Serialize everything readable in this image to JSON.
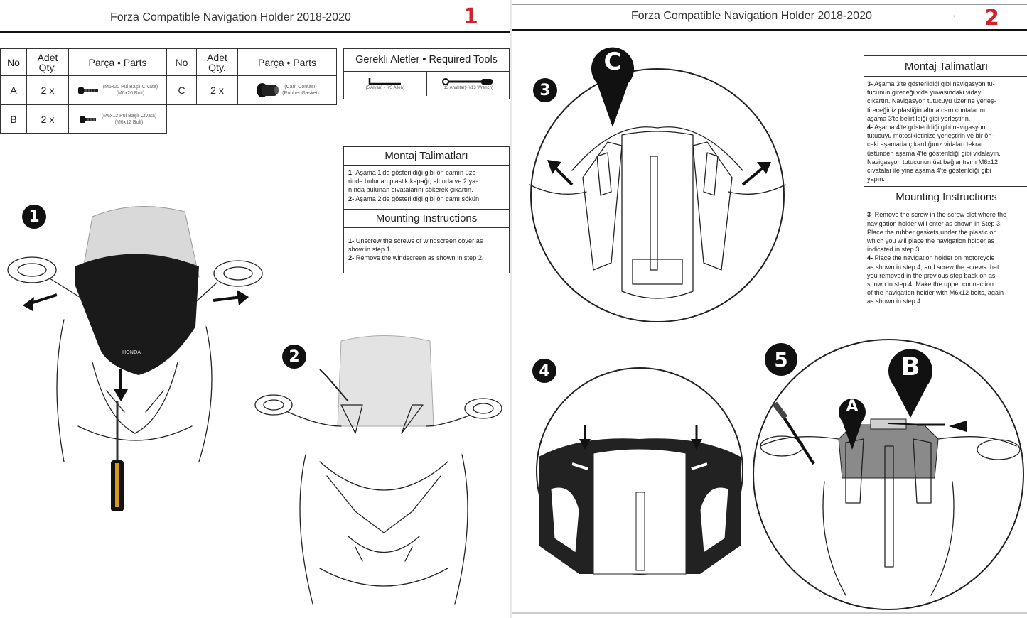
{
  "page1": {
    "title": "Forza  Compatible Navigation Holder 2018-2020",
    "number": "1",
    "parts_table": {
      "headers": {
        "no": "No",
        "qty_tr": "Adet",
        "qty_en": "Qty.",
        "parts": "Parça  •  Parts"
      },
      "rows": [
        {
          "no": "A",
          "qty": "2 x",
          "tr": "(M5x20 Pul Başlı Cıvata)",
          "en": "(M6x20 Bolt)"
        },
        {
          "no": "B",
          "qty": "2 x",
          "tr": "(M6x12 Pul Başlı Cıvata)",
          "en": "(M6x12 Bolt)"
        },
        {
          "no": "C",
          "qty": "2 x",
          "tr": "(Cam Contası)",
          "en": "(Rubber Gasket)"
        }
      ]
    },
    "tools": {
      "title": "Gerekli Aletler • Required Tools",
      "items": [
        "(5 Alyan)  •  (#5 Allen)",
        "(13 Anahtar)•(#13 Wrench)"
      ]
    },
    "instructions": {
      "tr_title": "Montaj Talimatları",
      "tr_lines": [
        {
          "num": "1-",
          "text": " Aşama 1'de gösterildiği gibi ön camın üze-"
        },
        {
          "num": "",
          "text": "rinde bulunan plastik kapağı, altında ve 2 ya-"
        },
        {
          "num": "",
          "text": "nında bulunan cıvatalarını sökerek çıkartın."
        },
        {
          "num": "2-",
          "text": " Aşama 2'de gösterildiği gibi ön camı sökün."
        }
      ],
      "en_title": "Mounting Instructions",
      "en_lines": [
        {
          "num": "1-",
          "text": " Unscrew the screws of windscreen cover as"
        },
        {
          "num": "",
          "text": "show in step 1."
        },
        {
          "num": "2-",
          "text": " Remove the windscreen as shown in step 2."
        }
      ]
    },
    "steps": [
      "1",
      "2"
    ],
    "brand": "HONDA"
  },
  "page2": {
    "title": "Forza  Compatible Navigation Holder 2018-2020",
    "number": "2",
    "dot": "·",
    "instructions": {
      "tr_title": "Montaj Talimatları",
      "tr_lines": [
        {
          "num": "3-",
          "text": " Aşama 3'te gösterildiği gibi navigasyon tu-"
        },
        {
          "num": "",
          "text": "tucunun gireceği vida yuvasındaki vidayı"
        },
        {
          "num": "",
          "text": "çıkartın. Navigasyon tutucuyu üzerine yerleş-"
        },
        {
          "num": "",
          "text": "tireceğiniz plastiğin altına cam contalarını"
        },
        {
          "num": "",
          "text": "aşama 3'te belirtildiği gibi yerleştirin."
        },
        {
          "num": "4-",
          "text": " Aşama 4'te gösterildiği gibi navigasyon"
        },
        {
          "num": "",
          "text": "tutucuyu motosikletinize yerleştirin ve bir ön-"
        },
        {
          "num": "",
          "text": "ceki aşamada çıkardığınız vidaları tekrar"
        },
        {
          "num": "",
          "text": "üstünden aşama 4'te gösterildiği gibi vidalayın."
        },
        {
          "num": "",
          "text": "Navigasyon tutucunun üst bağlantısını M6x12"
        },
        {
          "num": "",
          "text": "cıvatalar ile yine aşama 4'te gösterildiği gibi"
        },
        {
          "num": "",
          "text": "yapın."
        }
      ],
      "en_title": "Mounting Instructions",
      "en_lines": [
        {
          "num": "3-",
          "text": " Remove the screw in the screw slot where the"
        },
        {
          "num": "",
          "text": "navigation holder will enter as shown in Step 3."
        },
        {
          "num": "",
          "text": "Place the rubber gaskets under the plastic on"
        },
        {
          "num": "",
          "text": "which you will place the navigation holder as"
        },
        {
          "num": "",
          "text": "indicated in step 3."
        },
        {
          "num": "4-",
          "text": " Place the navigation holder on motorcycle"
        },
        {
          "num": "",
          "text": "as shown in step 4, and screw the screws that"
        },
        {
          "num": "",
          "text": "you removed in the previous step back on as"
        },
        {
          "num": "",
          "text": "shown in step 4. Make the upper connection"
        },
        {
          "num": "",
          "text": "of the navigation holder with M6x12 bolts, again"
        },
        {
          "num": "",
          "text": "as shown in step 4."
        }
      ]
    },
    "steps": [
      "3",
      "4",
      "5"
    ],
    "pins": [
      "C",
      "A",
      "B"
    ]
  },
  "colors": {
    "accent_red": "#d0232a",
    "ink": "#111111",
    "windscreen": "#d9d9d9"
  }
}
